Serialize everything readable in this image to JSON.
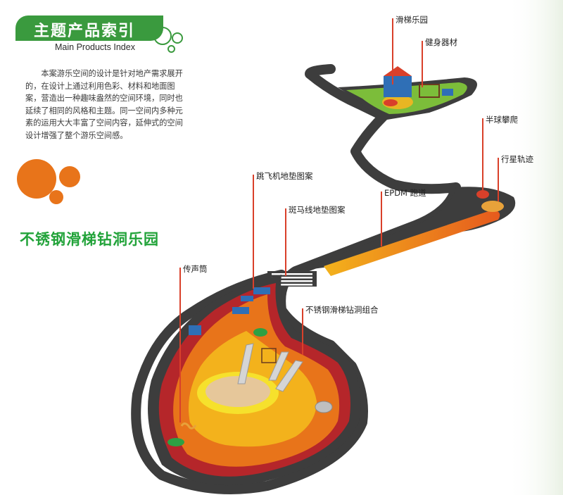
{
  "header": {
    "title_cn": "主题产品索引",
    "title_en": "Main Products Index"
  },
  "intro_text": "本案游乐空间的设计是针对地产需求展开的，在设计上通过利用色彩、材料和地面图案，营造出一种趣味盎然的空间环境，同时也延续了相同的风格和主题。同一空间内多种元素的运用大大丰富了空间内容，延伸式的空间设计增强了整个游乐空间感。",
  "section_title": "不锈钢滑梯钻洞乐园",
  "callouts": {
    "slide_park": "滑梯乐园",
    "fitness": "健身器材",
    "hemisphere": "半球攀爬",
    "planet_track": "行星轨迹",
    "epdm": "EPDM 跑道",
    "zebra": "斑马线地垫图案",
    "airplane": "跳飞机地垫图案",
    "speaking_tube": "传声筒",
    "steel_slide": "不锈钢滑梯钻洞组合"
  },
  "colors": {
    "brand_green": "#3a9a3e",
    "accent_orange": "#e8741a",
    "path_gray": "#3d3d3d",
    "callout_red": "#d9402a"
  }
}
